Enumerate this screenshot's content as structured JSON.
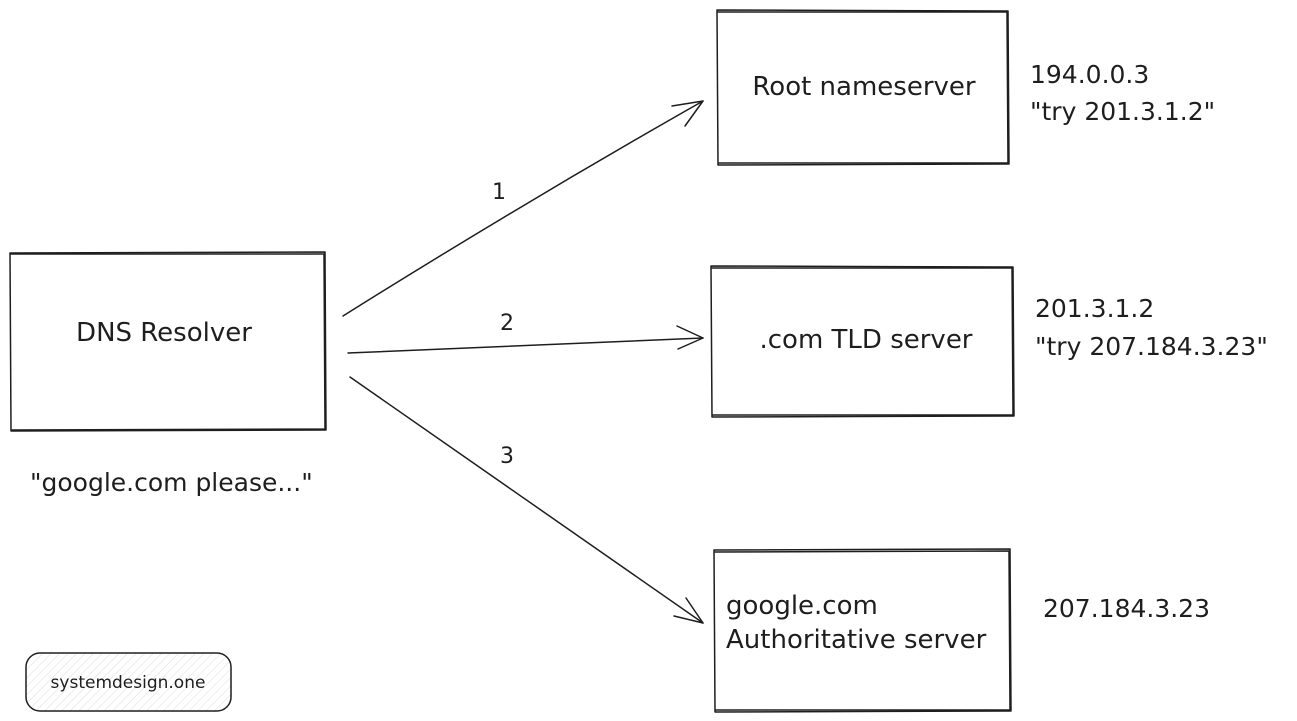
{
  "resolver": {
    "label": "DNS Resolver",
    "query": "\"google.com please...\""
  },
  "root_server": {
    "label": "Root nameserver",
    "ip": "194.0.0.3",
    "reply": "\"try 201.3.1.2\""
  },
  "tld_server": {
    "label": ".com TLD server",
    "ip": "201.3.1.2",
    "reply": "\"try 207.184.3.23\""
  },
  "auth_server": {
    "label_line1": "google.com",
    "label_line2": "Authoritative server",
    "ip": "207.184.3.23"
  },
  "arrows": {
    "step1": "1",
    "step2": "2",
    "step3": "3"
  },
  "watermark": "systemdesign.one",
  "colors": {
    "stroke": "#1e1e1e",
    "background": "#ffffff",
    "watermark_fill": "#f3f3f3"
  }
}
